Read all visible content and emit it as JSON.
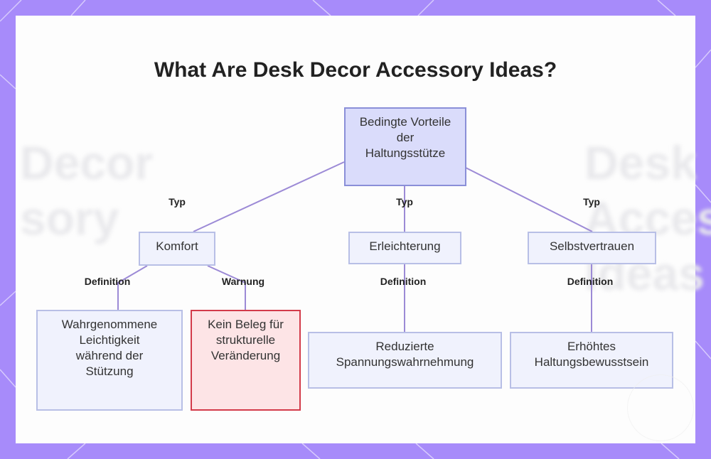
{
  "title": "What Are Desk Decor Accessory Ideas?",
  "background_text": {
    "left": "Decor\nsory",
    "right": "Desk\nAcces\nIdeas"
  },
  "colors": {
    "frame": "#a78bfa",
    "node_fill": "#f0f2fd",
    "node_border": "#b8bfe6",
    "root_fill": "#dadcfb",
    "root_border": "#8a8fd8",
    "warn_fill": "#fde4e6",
    "warn_border": "#d33a4a",
    "edge": "#9c8ad6"
  },
  "nodes": {
    "root": "Bedingte Vorteile der Haltungsstütze",
    "komfort": "Komfort",
    "erleichterung": "Erleichterung",
    "selbstvertrauen": "Selbstvertrauen",
    "wahrgenommene": "Wahrgenommene Leichtigkeit während der Stützung",
    "kein_beleg": "Kein Beleg für strukturelle Veränderung",
    "reduzierte": "Reduzierte Spannungswahrnehmung",
    "erhoehtes": "Erhöhtes Haltungsbewusstsein"
  },
  "edges": {
    "typ_left": "Typ",
    "typ_mid": "Typ",
    "typ_right": "Typ",
    "definition_left": "Definition",
    "warnung": "Warnung",
    "definition_mid": "Definition",
    "definition_right": "Definition"
  }
}
